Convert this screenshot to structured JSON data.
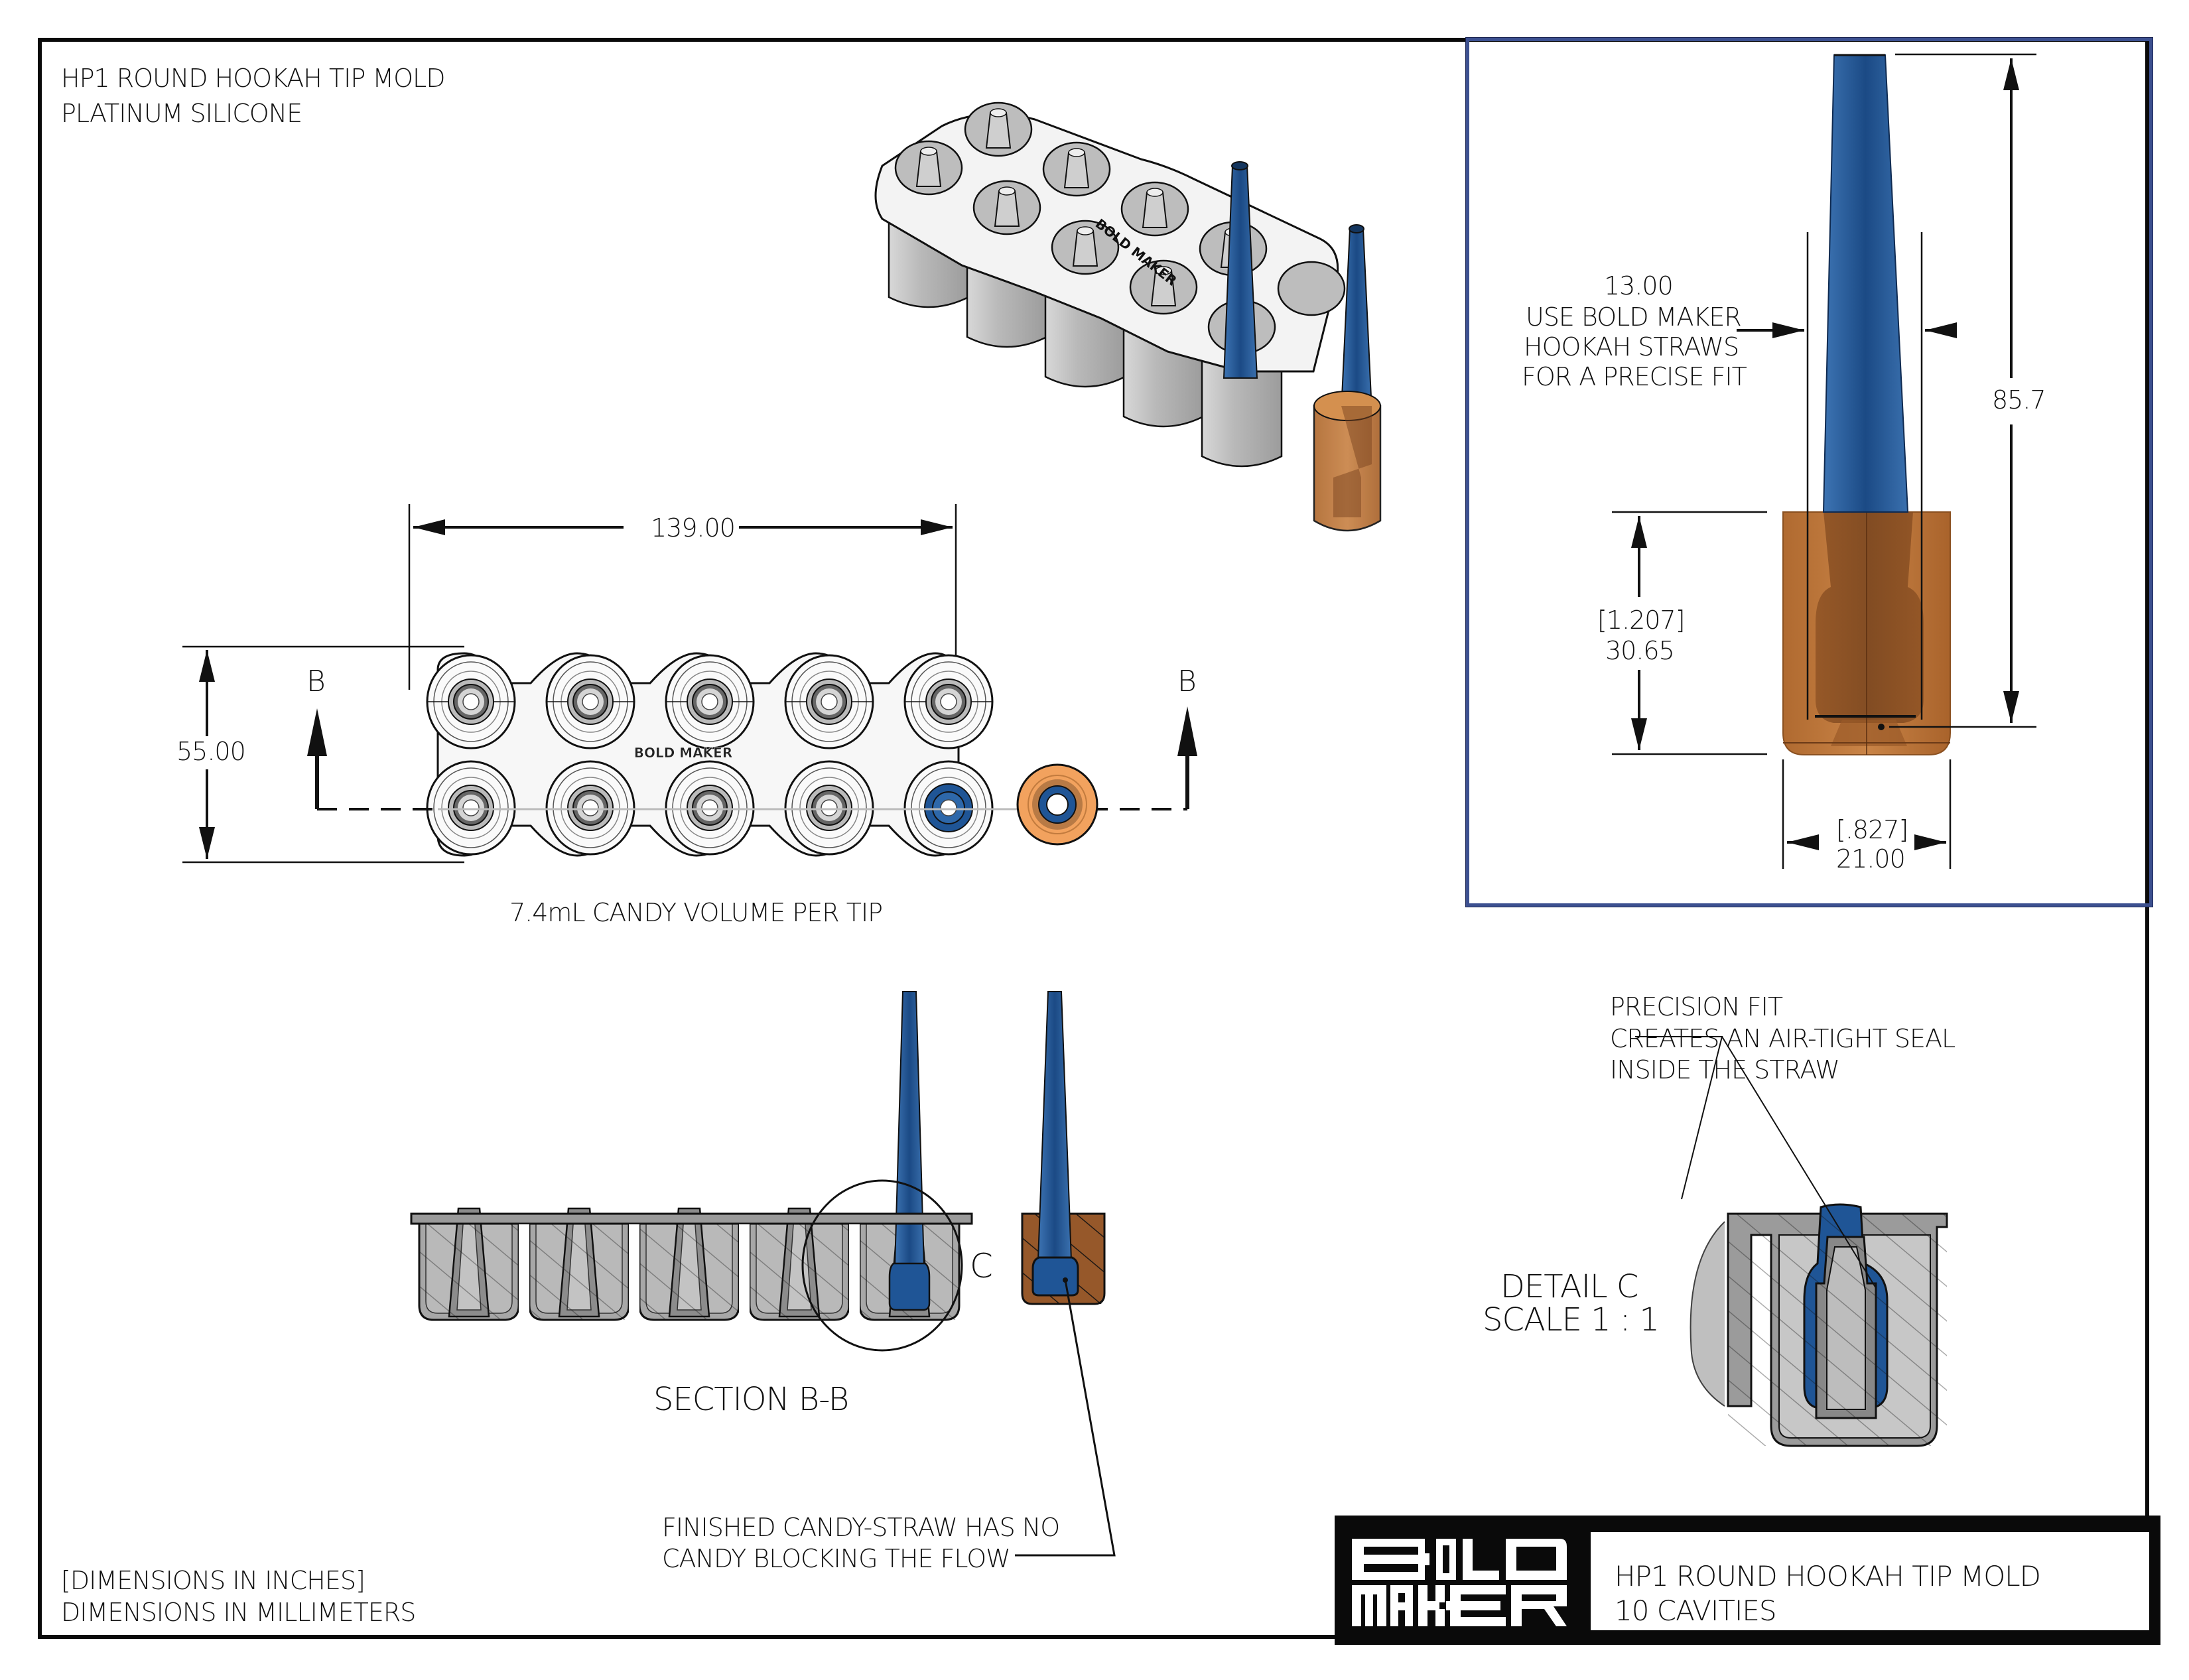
{
  "drawing": {
    "header": {
      "line1": "HP1 ROUND HOOKAH TIP MOLD",
      "line2": "PLATINUM SILICONE"
    },
    "plan_view": {
      "width_dim": "139.00",
      "height_dim": "55.00",
      "section_label_left": "B",
      "section_label_right": "B",
      "brand_emboss": "BOLD MAKER",
      "cavities": 10,
      "volume_note": "7.4mL CANDY VOLUME PER TIP"
    },
    "iso_view": {
      "brand_emboss": "BOLD MAKER"
    },
    "straw_detail": {
      "straw_dia_dim": "13.00",
      "straw_note_line1": "USE BOLD MAKER",
      "straw_note_line2": "HOOKAH STRAWS",
      "straw_note_line3": "FOR A PRECISE FIT",
      "overall_length_dim": "85.7",
      "tip_height_in": "[1.207]",
      "tip_height_mm": "30.65",
      "tip_dia_in": "[.827]",
      "tip_dia_mm": "21.00"
    },
    "section": {
      "title": "SECTION B-B",
      "detail_callout": "C",
      "note_line1": "FINISHED CANDY-STRAW HAS NO",
      "note_line2": "CANDY BLOCKING THE FLOW"
    },
    "detail_c": {
      "title": "DETAIL C",
      "scale": "SCALE 1 : 1",
      "note_line1": "PRECISION FIT",
      "note_line2": "CREATES AN AIR-TIGHT SEAL",
      "note_line3": "INSIDE THE STRAW"
    },
    "units_note": {
      "line1": "[DIMENSIONS IN INCHES]",
      "line2": "DIMENSIONS IN MILLIMETERS"
    },
    "title_block": {
      "logo_line1": "BOLD",
      "logo_line2": "MAKER",
      "title": "HP1 ROUND HOOKAH TIP MOLD",
      "subtitle": "10 CAVITIES"
    },
    "colors": {
      "straw_blue": "#1f5596",
      "candy_orange": "#b8743e",
      "candy_light": "#f2a25e",
      "silicone_gray": "#a9a9a9",
      "frame_blue": "#3c5090"
    }
  }
}
